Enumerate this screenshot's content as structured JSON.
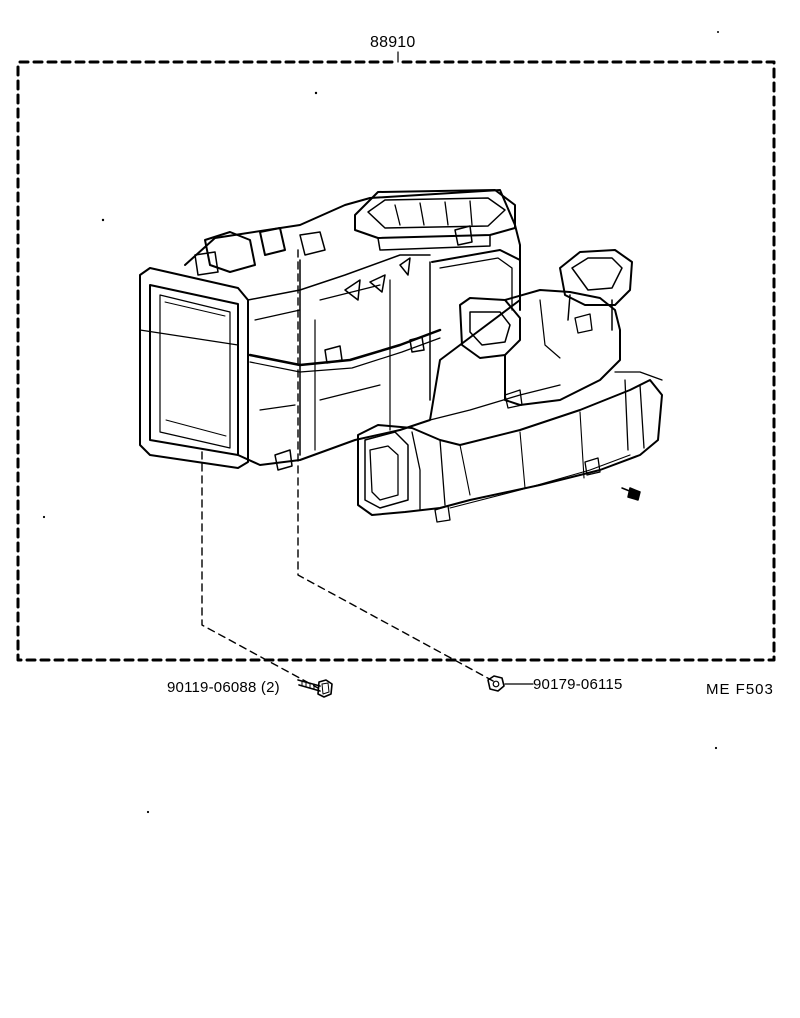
{
  "parts": {
    "assembly_number": "88910",
    "bolt_label": "90119-06088 (2)",
    "nut_label": "90179-06115"
  },
  "figure_code": "ME  F503",
  "colors": {
    "ink": "#000000",
    "paper": "#ffffff"
  }
}
